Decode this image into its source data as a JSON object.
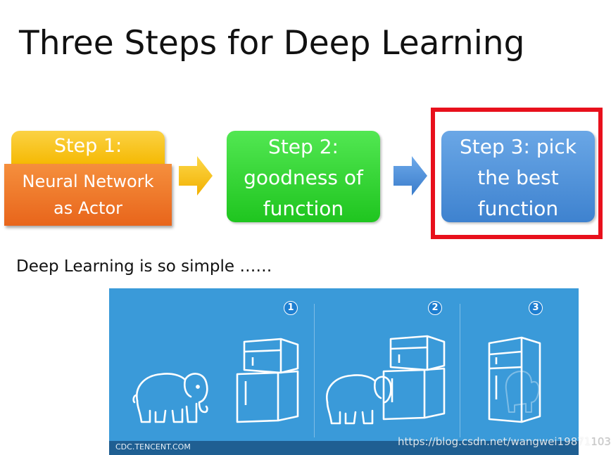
{
  "slide": {
    "title": "Three Steps for Deep Learning",
    "subtitle": "Deep Learning is so simple ……"
  },
  "steps": [
    {
      "label_line1": "Step 1:",
      "label_line2": "Neural Network",
      "label_line3": "as Actor",
      "color_top": "#f5b800",
      "color_bottom": "#e8651b"
    },
    {
      "label_line1": "Step 2:",
      "label_line2": "goodness of",
      "label_line3": "function",
      "color": "#1fc51f"
    },
    {
      "label_line1": "Step 3: pick",
      "label_line2": "the best",
      "label_line3": "function",
      "color": "#3e82cf",
      "highlighted": true,
      "highlight_color": "#e8101c"
    }
  ],
  "illustration": {
    "badges": [
      "1",
      "2",
      "3"
    ],
    "source": "CDC.TENCENT.COM",
    "background_color": "#3a9ad9",
    "icons": [
      "elephant-icon",
      "refrigerator-icon"
    ]
  },
  "watermark": {
    "text": "https://blog.csdn.net/wangwei19871",
    "tail": "103"
  }
}
